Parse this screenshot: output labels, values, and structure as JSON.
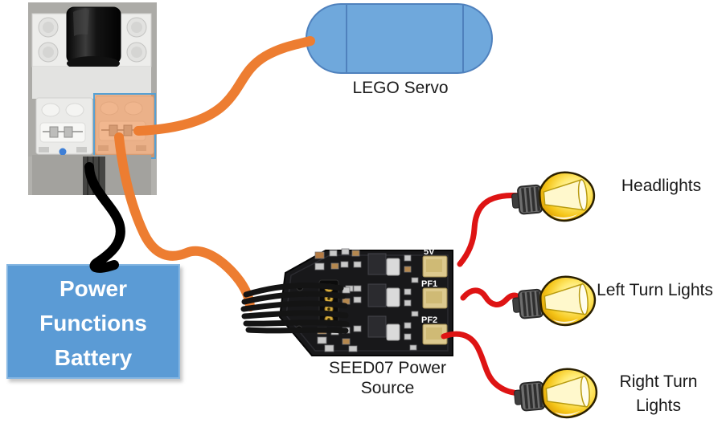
{
  "servo": {
    "label": "LEGO Servo"
  },
  "battery": {
    "line1": "Power",
    "line2": "Functions",
    "line3": "Battery"
  },
  "board": {
    "label_line1": "SEED07 Power",
    "label_line2": "Source",
    "connectors": [
      {
        "label": "5V"
      },
      {
        "label": "PF1"
      },
      {
        "label": "PF2"
      }
    ]
  },
  "lights": {
    "headlights": {
      "label": "Headlights"
    },
    "left_turn": {
      "label": "Left Turn Lights"
    },
    "right_turn": {
      "line1": "Right Turn",
      "line2": "Lights"
    }
  },
  "colors": {
    "wire_orange": "#ED7D31",
    "wire_red": "#DE1414",
    "wire_black": "#000000",
    "servo_fill": "#6FA8DC",
    "servo_border": "#4F81BD",
    "battery_fill": "#5B9BD5",
    "bulb_yellow": "#F5C518",
    "pcb_black": "#18181A",
    "port_highlight_fill": "rgba(237,125,49,0.5)",
    "port_highlight_border": "#56A0D3"
  }
}
